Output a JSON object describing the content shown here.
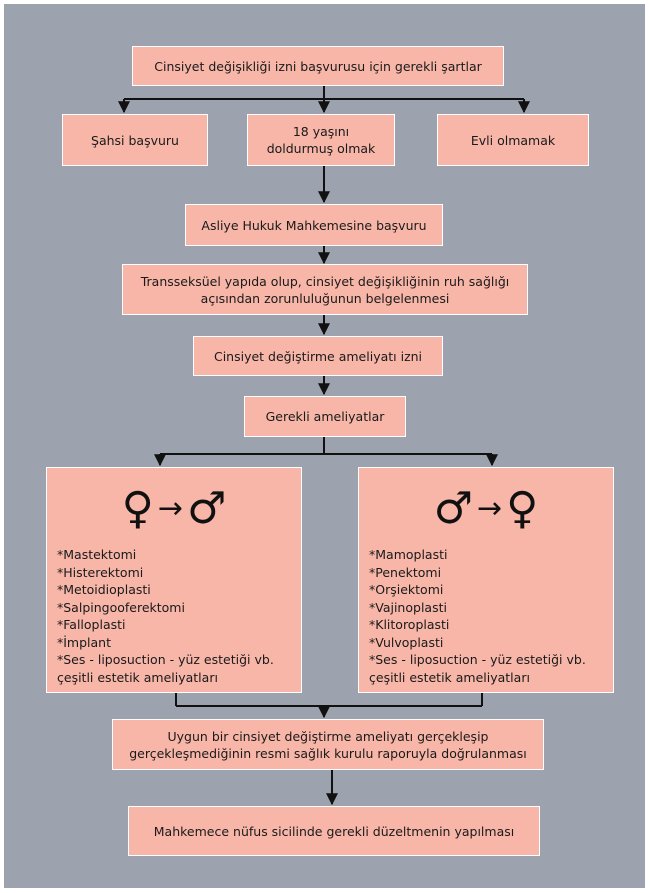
{
  "colors": {
    "background": "#9da3ae",
    "box_fill": "#f7b6a8",
    "box_border": "#ffffff",
    "line": "#111111"
  },
  "boxes": {
    "requirements": "Cinsiyet değişikliği izni başvurusu için gerekli şartlar",
    "personal_application": "Şahsi başvuru",
    "age_18": "18 yaşını doldurmuş olmak",
    "not_married": "Evli olmamak",
    "court_application": "Asliye Hukuk Mahkemesine başvuru",
    "transsexual_documentation": "Transseksüel yapıda olup, cinsiyet değişikliğinin ruh sağlığı açısından zorunluluğunun belgelenmesi",
    "surgery_permission": "Cinsiyet değiştirme ameliyatı izni",
    "required_surgeries": "Gerekli ameliyatlar",
    "health_board_report": "Uygun bir cinsiyet değiştirme ameliyatı gerçekleşip gerçekleşmediğinin resmi sağlık kurulu raporuyla doğrulanması",
    "registry_correction": "Mahkemece nüfus sicilinde gerekli düzeltmenin yapılması"
  },
  "female_to_male": {
    "from_symbol": "♀",
    "arrow": "→",
    "to_symbol": "♂",
    "items": [
      "*Mastektomi",
      "*Histerektomi",
      "*Metoidioplasti",
      "*Salpingooferektomi",
      "*Falloplasti",
      "*İmplant",
      "*Ses - liposuction - yüz estetiği vb. çeşitli estetik ameliyatları"
    ]
  },
  "male_to_female": {
    "from_symbol": "♂",
    "arrow": "→",
    "to_symbol": "♀",
    "items": [
      "*Mamoplasti",
      "*Penektomi",
      "*Orşiektomi",
      "*Vajinoplasti",
      "*Klitoroplasti",
      "*Vulvoplasti",
      "*Ses - liposuction - yüz estetiği vb. çeşitli estetik ameliyatları"
    ]
  }
}
